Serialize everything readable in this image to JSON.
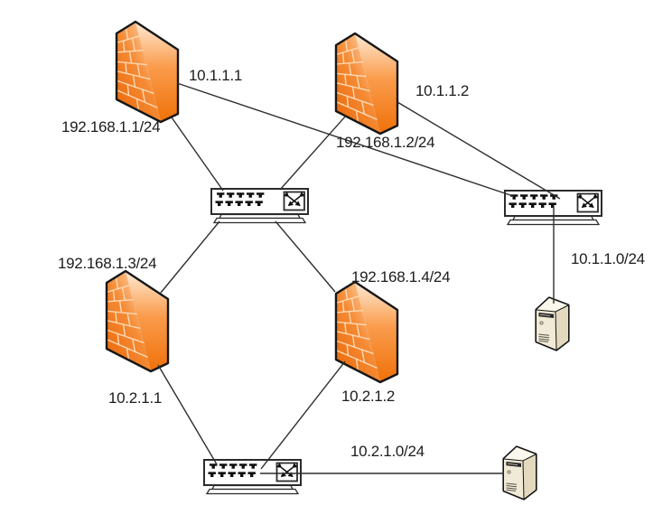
{
  "diagram": {
    "title": "redundant-firewall-network-topology",
    "colors": {
      "background": "#ffffff",
      "firewall_orange": "#f07d12",
      "firewall_highlight": "#ffe3c4",
      "brick_line": "#ffd9b5",
      "server_beige": "#f1ead6",
      "link_line": "#2e2e2e",
      "text": "#1c1c1c"
    },
    "nodes": {
      "firewalls": [
        {
          "id": "fw1",
          "type": "firewall",
          "outside_ip": "10.1.1.1",
          "inside_ip": "192.168.1.1/24"
        },
        {
          "id": "fw2",
          "type": "firewall",
          "outside_ip": "10.1.1.2",
          "inside_ip": "192.168.1.2/24"
        },
        {
          "id": "fw3",
          "type": "firewall",
          "outside_ip": "10.2.1.1",
          "inside_ip": "192.168.1.3/24"
        },
        {
          "id": "fw4",
          "type": "firewall",
          "outside_ip": "10.2.1.2",
          "inside_ip": "192.168.1.4/24"
        }
      ],
      "switches": [
        {
          "id": "switch-inside",
          "type": "switch"
        },
        {
          "id": "switch-outside-top",
          "type": "switch",
          "network_label": "10.1.1.0/24"
        },
        {
          "id": "switch-outside-bottom",
          "type": "switch",
          "network_label": "10.2.1.0/24"
        }
      ],
      "servers": [
        {
          "id": "server-top-right",
          "type": "server"
        },
        {
          "id": "server-bottom-right",
          "type": "server"
        }
      ]
    },
    "edges": [
      {
        "from": "fw1",
        "to": "switch-inside"
      },
      {
        "from": "fw1",
        "to": "switch-outside-top"
      },
      {
        "from": "fw2",
        "to": "switch-inside"
      },
      {
        "from": "fw2",
        "to": "switch-outside-top"
      },
      {
        "from": "switch-inside",
        "to": "fw3"
      },
      {
        "from": "switch-inside",
        "to": "fw4"
      },
      {
        "from": "fw3",
        "to": "switch-outside-bottom"
      },
      {
        "from": "fw4",
        "to": "switch-outside-bottom"
      },
      {
        "from": "switch-outside-top",
        "to": "server-top-right"
      },
      {
        "from": "switch-outside-bottom",
        "to": "server-bottom-right"
      }
    ]
  }
}
